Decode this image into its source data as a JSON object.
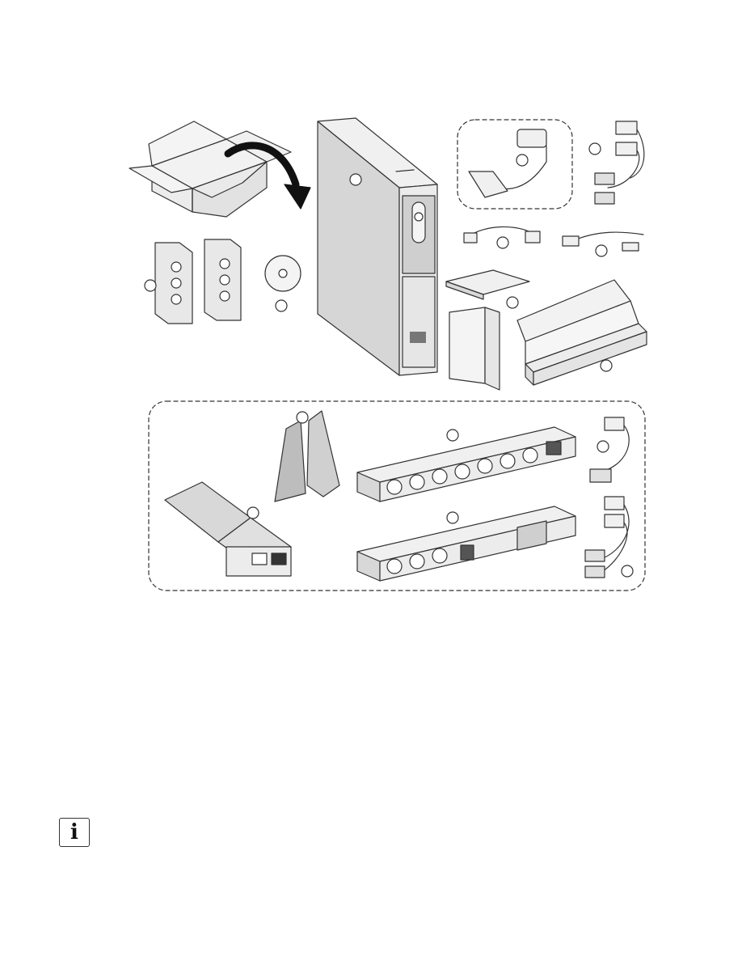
{
  "page": {
    "background": "#ffffff"
  },
  "figure": {
    "name": "package-contents-illustration",
    "line_color": "#333333",
    "fill_light": "#f2f2f2",
    "fill_mid": "#d8d8d8",
    "fill_dark": "#8a8a8a",
    "callout_count": 17,
    "optional_groups": 2
  },
  "info_icon": {
    "glyph": "i",
    "icon": "info-icon"
  }
}
